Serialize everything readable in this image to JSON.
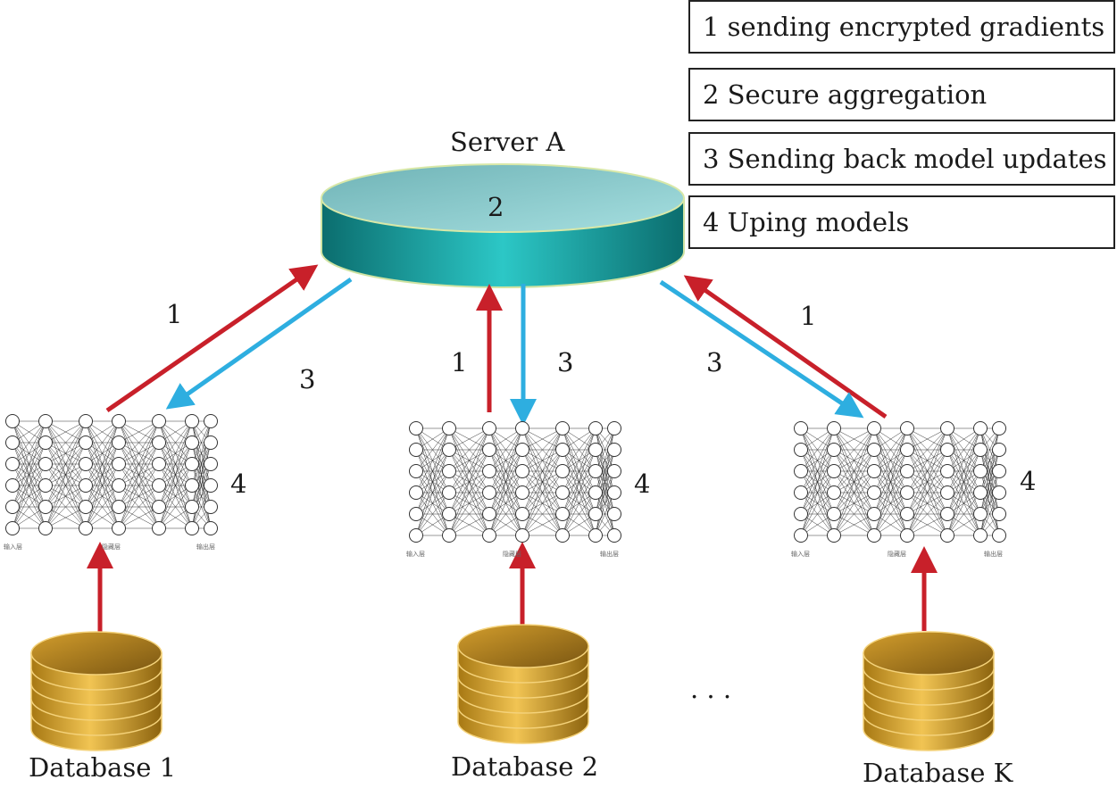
{
  "legend": [
    {
      "text": "1 sending encrypted gradients"
    },
    {
      "text": "2 Secure aggregation"
    },
    {
      "text": "3 Sending back model updates"
    },
    {
      "text": "4 Uping models"
    }
  ],
  "server": {
    "title": "Server A",
    "step": "2"
  },
  "step_labels": {
    "send": "1",
    "return": "3",
    "update": "4"
  },
  "clients": [
    {
      "database": "Database 1"
    },
    {
      "database": "Database 2"
    },
    {
      "database": "Database K"
    }
  ],
  "ellipsis": ". . .",
  "nn_layer_labels": [
    "输入层",
    "隐藏层",
    "输出层"
  ],
  "colors": {
    "send_arrow": "#c8202a",
    "return_arrow": "#2eaee0",
    "server": "#1fa7a8",
    "database": "#d9a634"
  }
}
